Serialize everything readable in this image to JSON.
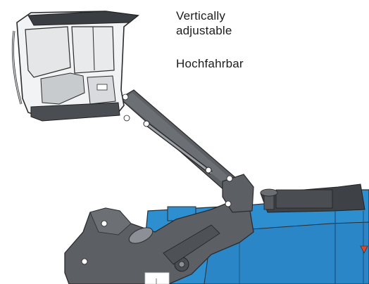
{
  "labels": {
    "english_line1": "Vertically",
    "english_line2": "adjustable",
    "german": "Hochfahrbar"
  },
  "colors": {
    "machine_blue": "#2e8fd0",
    "machine_blue_dark": "#1f6fa8",
    "frame_gray": "#5c5f63",
    "frame_gray_light": "#8c9096",
    "cab_white": "#f2f3f4",
    "glass": "#e4e6e8",
    "outline": "#2a2b2d"
  },
  "illustration": {
    "subject": "machine with elevated operator cab on hydraulic boom",
    "icon": "machine-illustration"
  }
}
